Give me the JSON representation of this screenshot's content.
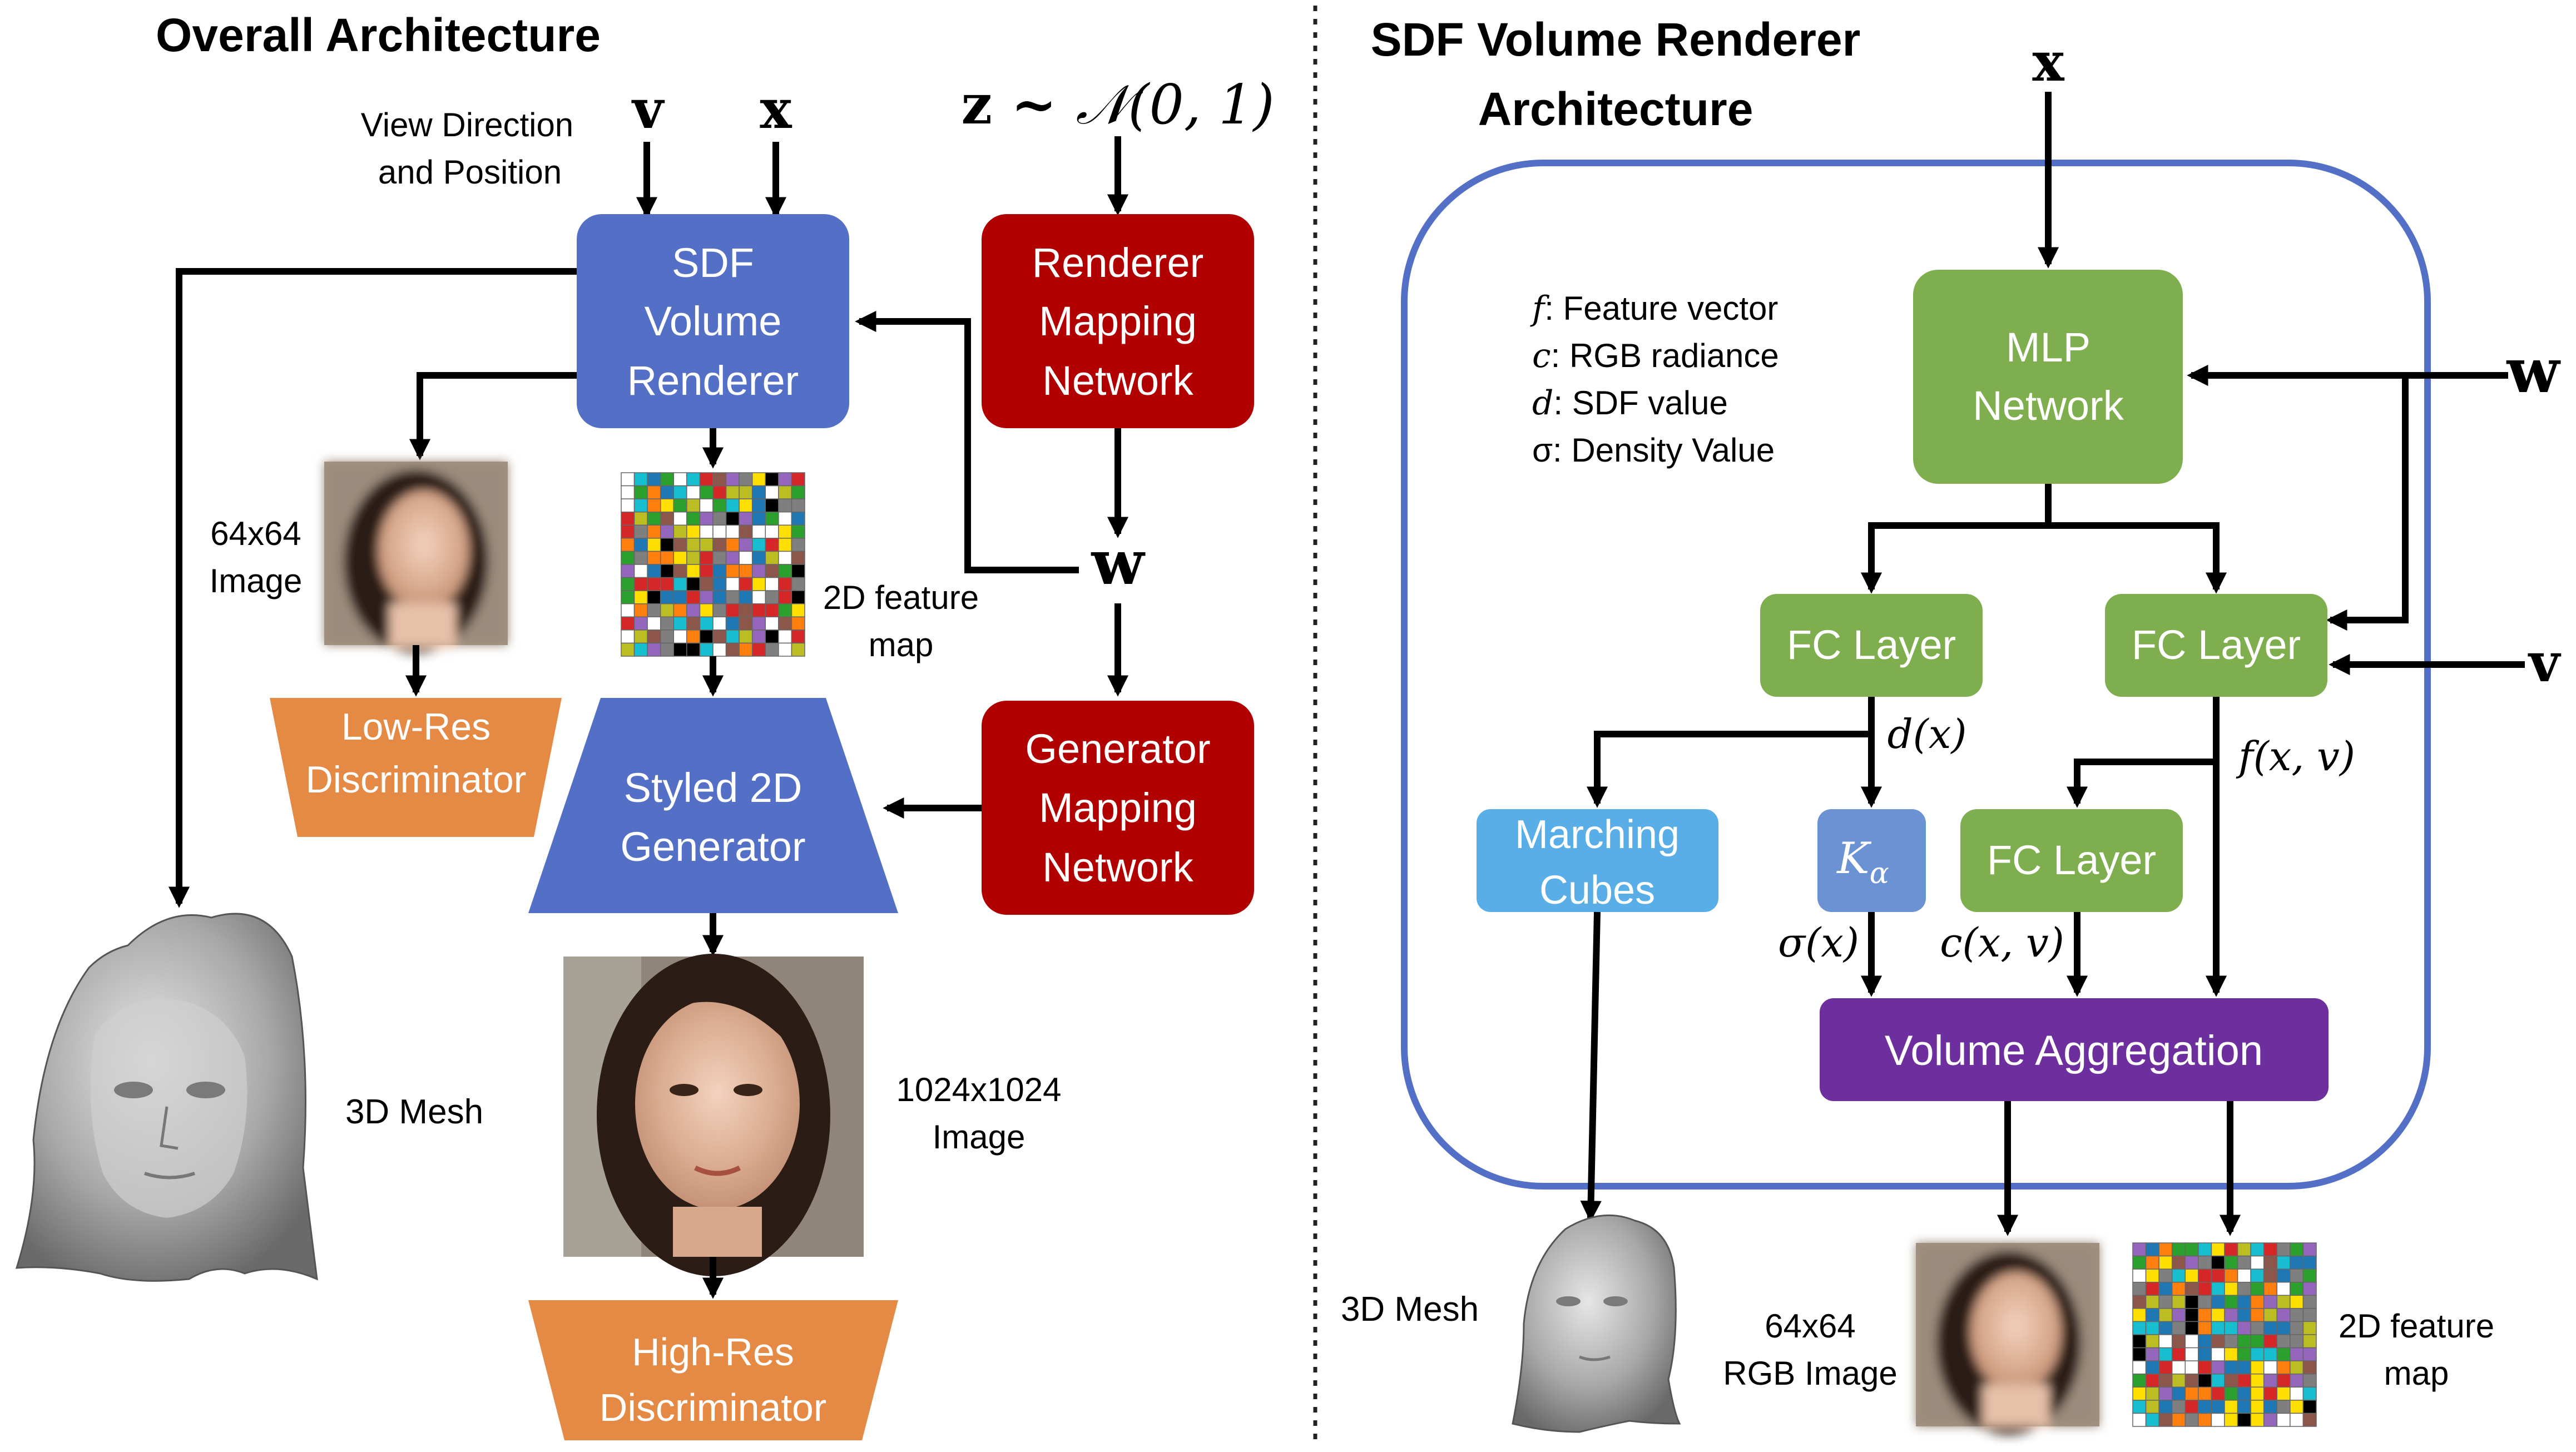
{
  "left": {
    "title": "Overall Architecture",
    "inputs": {
      "v": "v",
      "x": "x",
      "view_label_1": "View Direction",
      "view_label_2": "and Position"
    },
    "z_prefix": "z ~ ",
    "z_dist": "𝒩(0, 1)",
    "w": "w",
    "sdf_renderer": [
      "SDF",
      "Volume",
      "Renderer"
    ],
    "renderer_mapping": [
      "Renderer",
      "Mapping",
      "Network"
    ],
    "generator_mapping": [
      "Generator",
      "Mapping",
      "Network"
    ],
    "styled_generator": [
      "Styled 2D",
      "Generator"
    ],
    "low_res_disc": [
      "Low-Res",
      "Discriminator"
    ],
    "high_res_disc": [
      "High-Res",
      "Discriminator"
    ],
    "img64": [
      "64x64",
      "Image"
    ],
    "feature_map": [
      "2D feature",
      "map"
    ],
    "img1024": [
      "1024x1024",
      "Image"
    ],
    "mesh": "3D Mesh"
  },
  "right": {
    "title_1": "SDF Volume Renderer",
    "title_2": "Architecture",
    "x": "x",
    "w": "w",
    "v": "v",
    "legend": [
      {
        "sym": "f",
        "text": ": Feature vector"
      },
      {
        "sym": "c",
        "text": ": RGB radiance"
      },
      {
        "sym": "d",
        "text": ": SDF value"
      },
      {
        "sym": "σ",
        "text": ": Density Value"
      }
    ],
    "mlp": [
      "MLP",
      "Network"
    ],
    "fc": "FC Layer",
    "marching": [
      "Marching",
      "Cubes"
    ],
    "k_alpha": "K",
    "k_sub": "α",
    "volume_agg": "Volume Aggregation",
    "d_label": "d(x)",
    "f_label": "f(x, v)",
    "sigma_label": "σ(x)",
    "c_label": "c(x, v)",
    "mesh": "3D Mesh",
    "rgb": [
      "64x64",
      "RGB Image"
    ],
    "feature_map": [
      "2D feature",
      "map"
    ]
  },
  "colors": {
    "blue": "#5470C6",
    "red": "#B00000",
    "orange": "#E58A45",
    "green": "#7FAE4E",
    "lightblue": "#5AAEE8",
    "kblue": "#6B92D3",
    "purple": "#6E2F9E",
    "arrow": "#000000"
  }
}
